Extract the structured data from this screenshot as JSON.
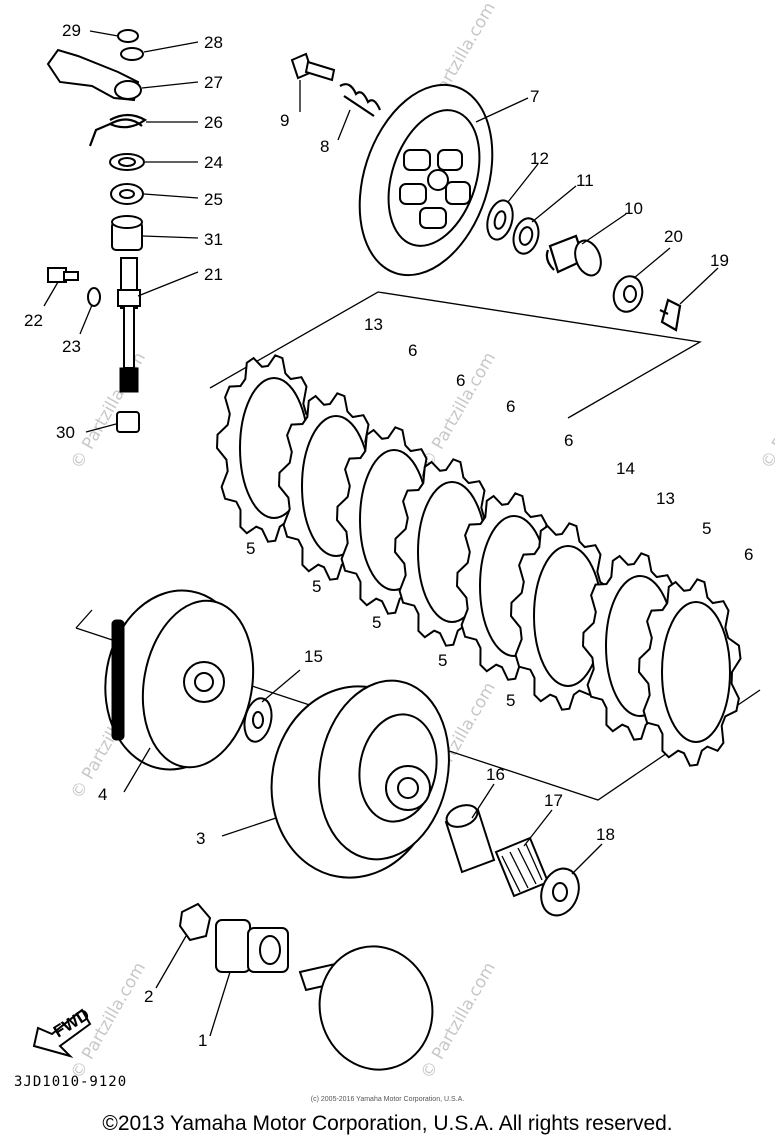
{
  "diagram": {
    "part_code": "3JD1010-9120",
    "small_copyright": "(c) 2005-2016 Yamaha Motor Corporation, U.S.A.",
    "footer_copyright": "©2013 Yamaha Motor Corporation, U.S.A. All rights reserved.",
    "fwd_label": "FWD",
    "watermark": "© Partzilla.com",
    "labels": {
      "l1": "1",
      "l2": "2",
      "l3": "3",
      "l4": "4",
      "l5a": "5",
      "l5b": "5",
      "l5c": "5",
      "l5d": "5",
      "l5e": "5",
      "l5f": "5",
      "l6a": "6",
      "l6b": "6",
      "l6c": "6",
      "l6d": "6",
      "l6e": "6",
      "l7": "7",
      "l8": "8",
      "l9": "9",
      "l10": "10",
      "l11": "11",
      "l12": "12",
      "l13a": "13",
      "l13b": "13",
      "l14": "14",
      "l15": "15",
      "l16": "16",
      "l17": "17",
      "l18": "18",
      "l19": "19",
      "l20": "20",
      "l21": "21",
      "l22": "22",
      "l23": "23",
      "l24": "24",
      "l25": "25",
      "l26": "26",
      "l27": "27",
      "l28": "28",
      "l29": "29",
      "l30": "30",
      "l31": "31"
    }
  }
}
